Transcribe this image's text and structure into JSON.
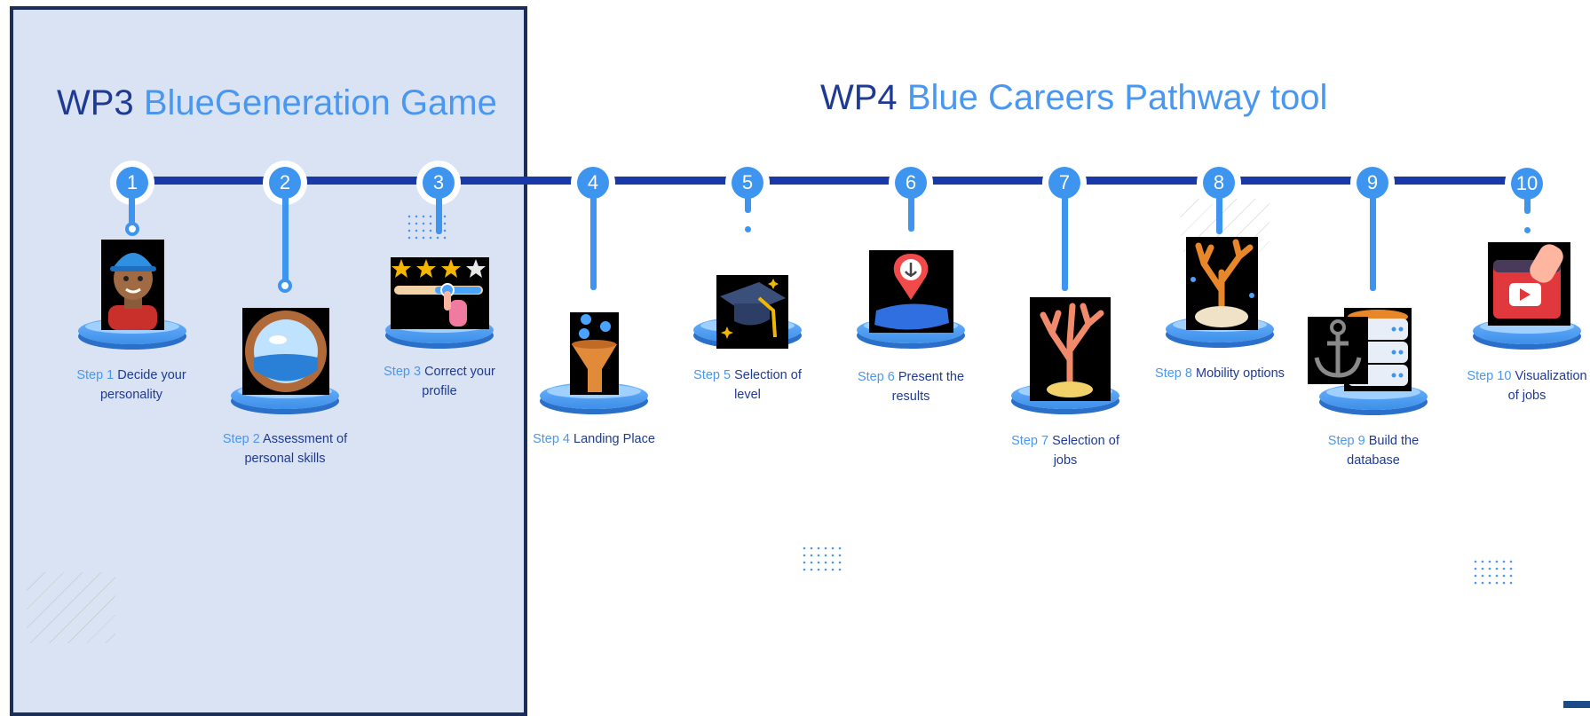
{
  "wp3": {
    "code": "WP3",
    "name": "BlueGeneration Game"
  },
  "wp4": {
    "code": "WP4",
    "name": "Blue Careers Pathway tool"
  },
  "steps": [
    {
      "number": "1",
      "prefix": "Step 1",
      "text": "Decide your personality",
      "icon": "avatar-boy-icon"
    },
    {
      "number": "2",
      "prefix": "Step 2",
      "text": "Assessment of personal skills",
      "icon": "porthole-icon"
    },
    {
      "number": "3",
      "prefix": "Step 3",
      "text": "Correct your profile",
      "icon": "star-rating-icon"
    },
    {
      "number": "4",
      "prefix": "Step 4",
      "text": "Landing Place",
      "icon": "funnel-icon"
    },
    {
      "number": "5",
      "prefix": "Step 5",
      "text": "Selection of level",
      "icon": "graduation-cap-icon"
    },
    {
      "number": "6",
      "prefix": "Step 6",
      "text": "Present the results",
      "icon": "anchor-pin-icon"
    },
    {
      "number": "7",
      "prefix": "Step  7",
      "text": "Selection of jobs",
      "icon": "coral-icon"
    },
    {
      "number": "8",
      "prefix": "Step 8",
      "text": "Mobility options",
      "icon": "coral-rock-icon"
    },
    {
      "number": "9",
      "prefix": "Step 9",
      "text": "Build the database",
      "icon": "database-anchor-icon"
    },
    {
      "number": "10",
      "prefix": "Step 10",
      "text": "Visualization of jobs",
      "icon": "video-player-icon"
    }
  ],
  "colors": {
    "dark_blue": "#1f3a93",
    "accent_blue": "#4a97f0",
    "panel_bg": "#dae3f3"
  }
}
